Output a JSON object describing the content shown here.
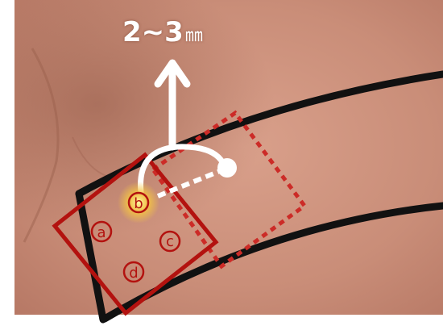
{
  "annotation": {
    "distance_value": "2~3",
    "distance_unit": "㎜"
  },
  "markers": {
    "a": "a",
    "b": "b",
    "c": "c",
    "d": "d"
  },
  "colors": {
    "skin_base": "#c98d78",
    "skin_shadow": "#a66b58",
    "band_outline": "#111111",
    "square_red": "#b3120f",
    "dotted_red": "#cc2b27",
    "highlight_glow": "#f5c542",
    "arrow_white": "#ffffff"
  },
  "icons": {
    "move_direction": "arrow-up-icon",
    "rotation_path": "curved-arrow-icon"
  }
}
